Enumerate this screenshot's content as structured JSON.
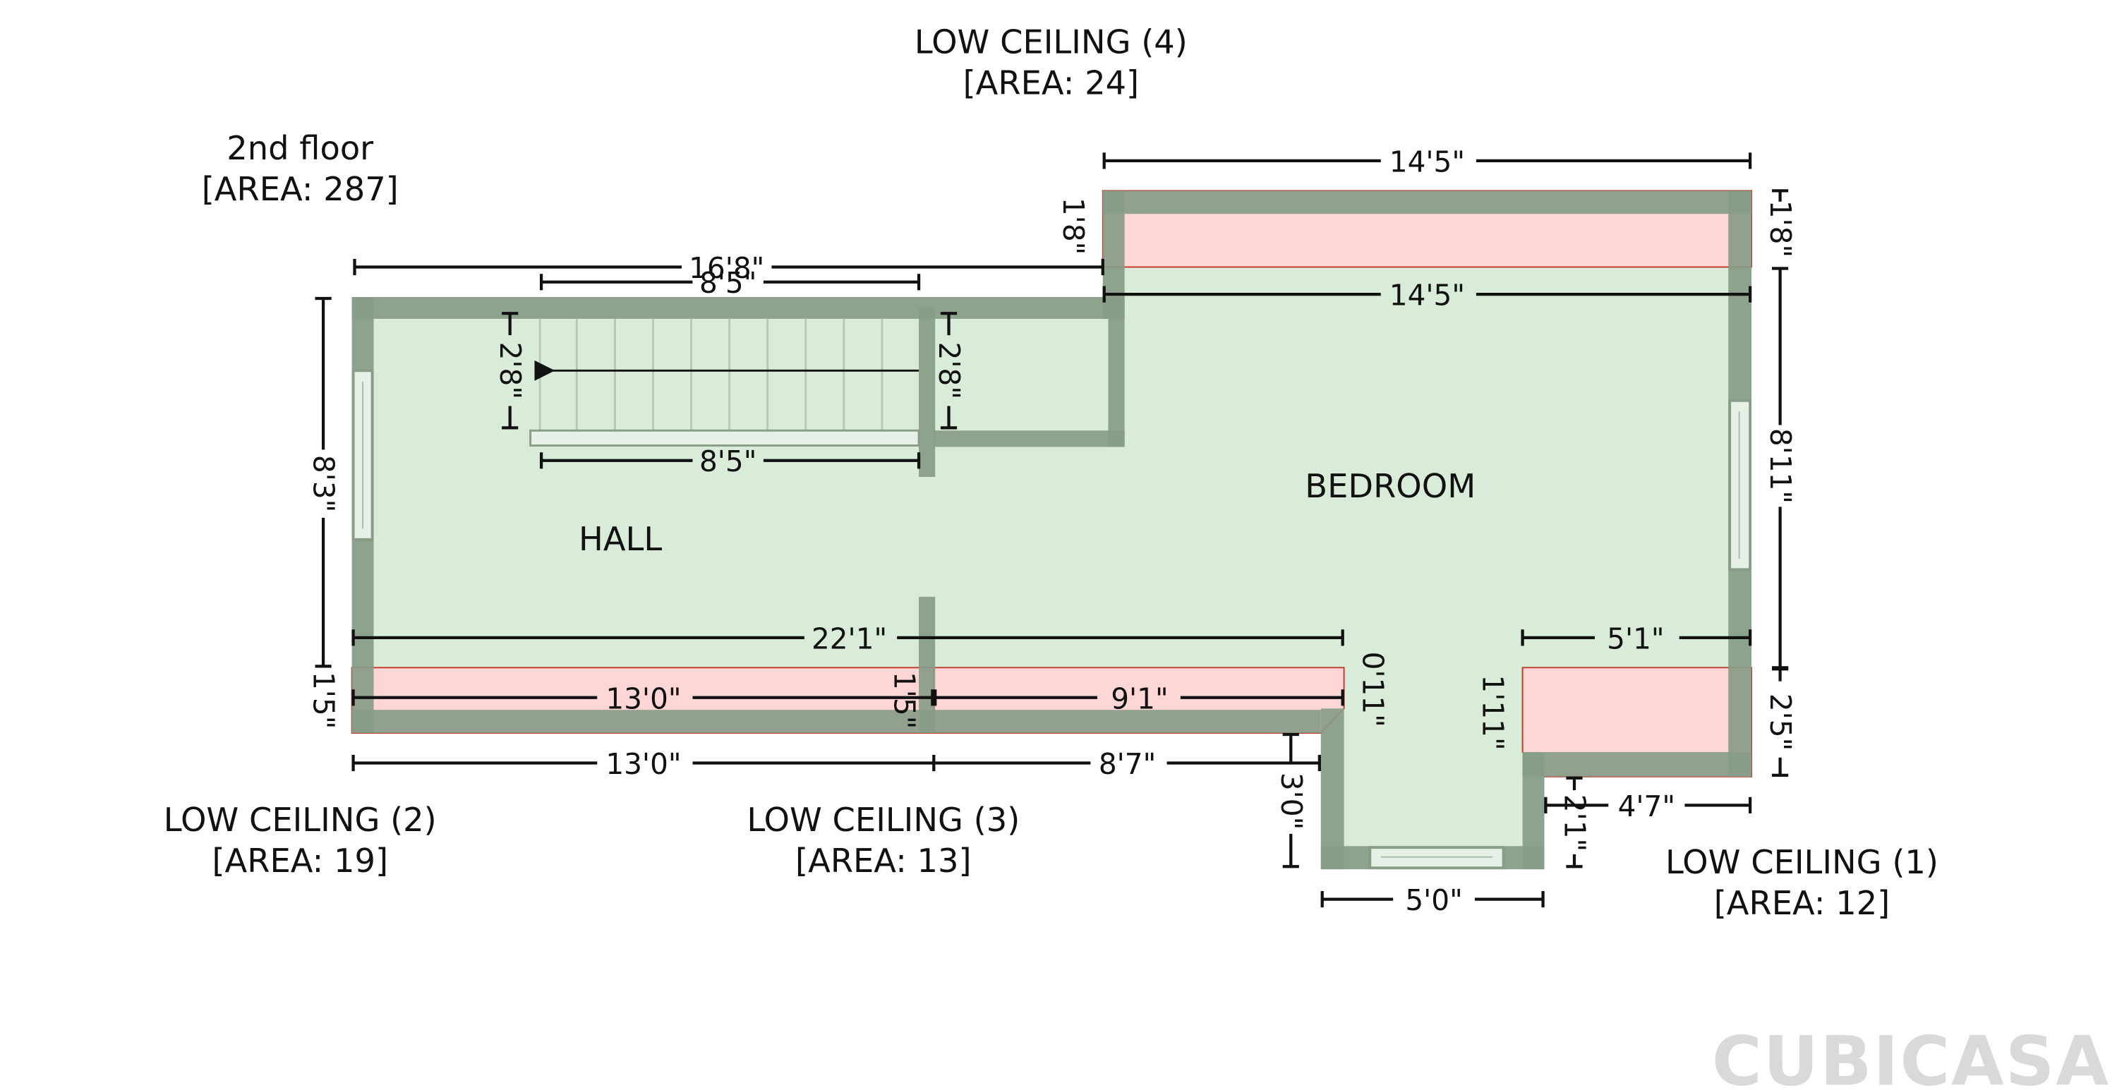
{
  "floor": {
    "name": "2nd floor",
    "area": "[AREA: 287]"
  },
  "rooms": {
    "hall": "HALL",
    "bedroom": "BEDROOM"
  },
  "low_ceilings": [
    {
      "label": "LOW CEILING (1)",
      "area": "[AREA: 12]"
    },
    {
      "label": "LOW CEILING (2)",
      "area": "[AREA: 19]"
    },
    {
      "label": "LOW CEILING (3)",
      "area": "[AREA: 13]"
    },
    {
      "label": "LOW CEILING (4)",
      "area": "[AREA: 24]"
    }
  ],
  "dimensions": {
    "top_bedroom_outer": "14'5\"",
    "top_bedroom_inner": "14'5\"",
    "hall_top": "16'8\"",
    "stair_top": "8'5\"",
    "stair_bottom": "8'5\"",
    "stair_left": "2'8\"",
    "stair_right": "2'8\"",
    "lc4_left": "1'8\"",
    "lc4_right": "1'8\"",
    "left_height": "8'3\"",
    "right_height": "8'11\"",
    "lower_span": "22'1\"",
    "right_lower": "5'1\"",
    "lc2_width": "13'0\"",
    "lc3_width": "9'1\"",
    "mid_depth": "1'5\"",
    "left_depth": "1'5\"",
    "alcove_left": "0'11\"",
    "alcove_right": "1'11\"",
    "bottom_left": "13'0\"",
    "bottom_mid": "8'7\"",
    "alcove_depth": "3'0\"",
    "alcove_width": "5'0\"",
    "lc1_height": "2'5\"",
    "lc1_width": "4'7\"",
    "lc1_depth": "2'1\""
  },
  "brand": "CUBICASA",
  "colors": {
    "room_fill": "#d9ecd9",
    "wall": "#889c88",
    "low_ceiling": "#ffd6d6",
    "low_ceiling_edge": "#c0392b",
    "window": "#e6f0e6",
    "dim_line": "#111111",
    "logo": "#d9d9d9"
  }
}
